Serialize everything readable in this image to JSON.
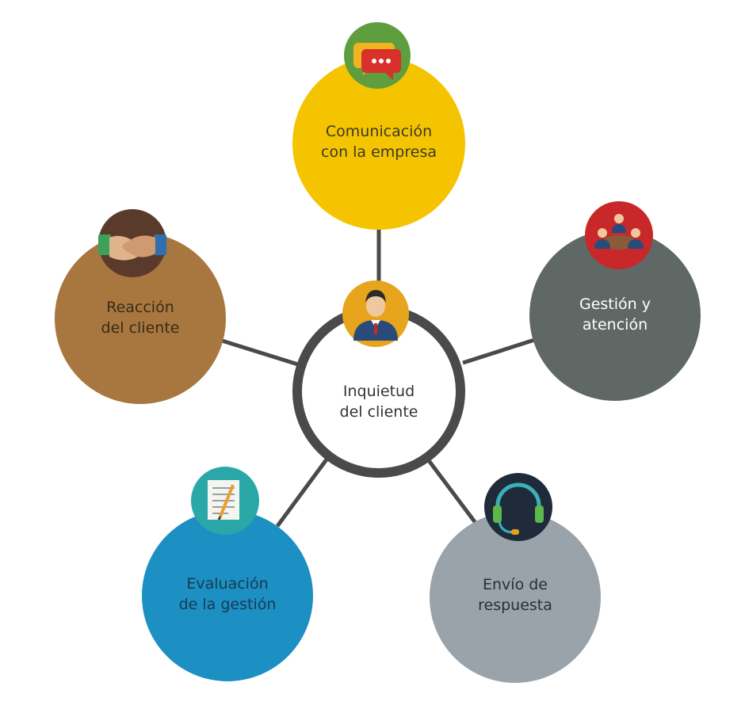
{
  "colors": {
    "connector": "#4a4a4a",
    "center_ring": "#4a4a4a",
    "center_fill": "#ffffff",
    "comunicacion": "#f5c400",
    "gestion": "#606866",
    "envio": "#9aa2aa",
    "evaluacion": "#1c8fc3",
    "reaccion": "#a7773f"
  },
  "center": {
    "line1": "Inquietud",
    "line2": "del cliente",
    "icon": "customer-person-icon"
  },
  "nodes": [
    {
      "id": "comunicacion",
      "line1": "Comunicación",
      "line2": "con la empresa",
      "icon": "chat-bubbles-icon"
    },
    {
      "id": "gestion",
      "line1": "Gestión y",
      "line2": "atención",
      "icon": "team-meeting-icon"
    },
    {
      "id": "envio",
      "line1": "Envío de",
      "line2": "respuesta",
      "icon": "headset-icon"
    },
    {
      "id": "evaluacion",
      "line1": "Evaluación",
      "line2": "de la gestión",
      "icon": "checklist-document-icon"
    },
    {
      "id": "reaccion",
      "line1": "Reacción",
      "line2": "del cliente",
      "icon": "handshake-icon"
    }
  ]
}
